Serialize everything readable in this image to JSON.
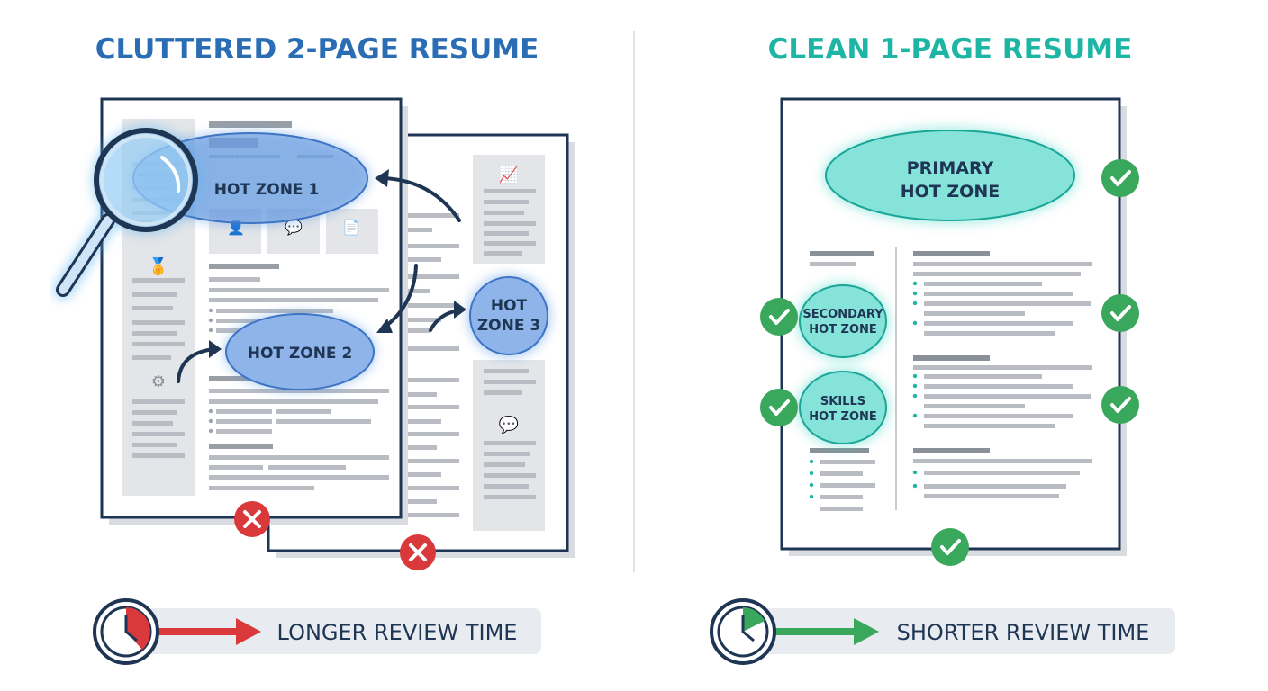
{
  "left": {
    "title": "CLUTTERED 2-PAGE RESUME",
    "hot_zones": [
      "HOT ZONE 1",
      "HOT ZONE 2",
      "HOT",
      "ZONE 3"
    ],
    "review_label": "LONGER REVIEW TIME",
    "title_color": "#2a6db5",
    "status_icon": "x-circle-icon"
  },
  "right": {
    "title": "CLEAN 1-PAGE RESUME",
    "primary_zone": [
      "PRIMARY",
      "HOT ZONE"
    ],
    "secondary_zone": [
      "SECONDARY",
      "HOT ZONE"
    ],
    "skills_zone": [
      "SKILLS",
      "HOT ZONE"
    ],
    "review_label": "SHORTER REVIEW TIME",
    "title_color": "#1fb5a5",
    "status_icon": "check-circle-icon"
  }
}
